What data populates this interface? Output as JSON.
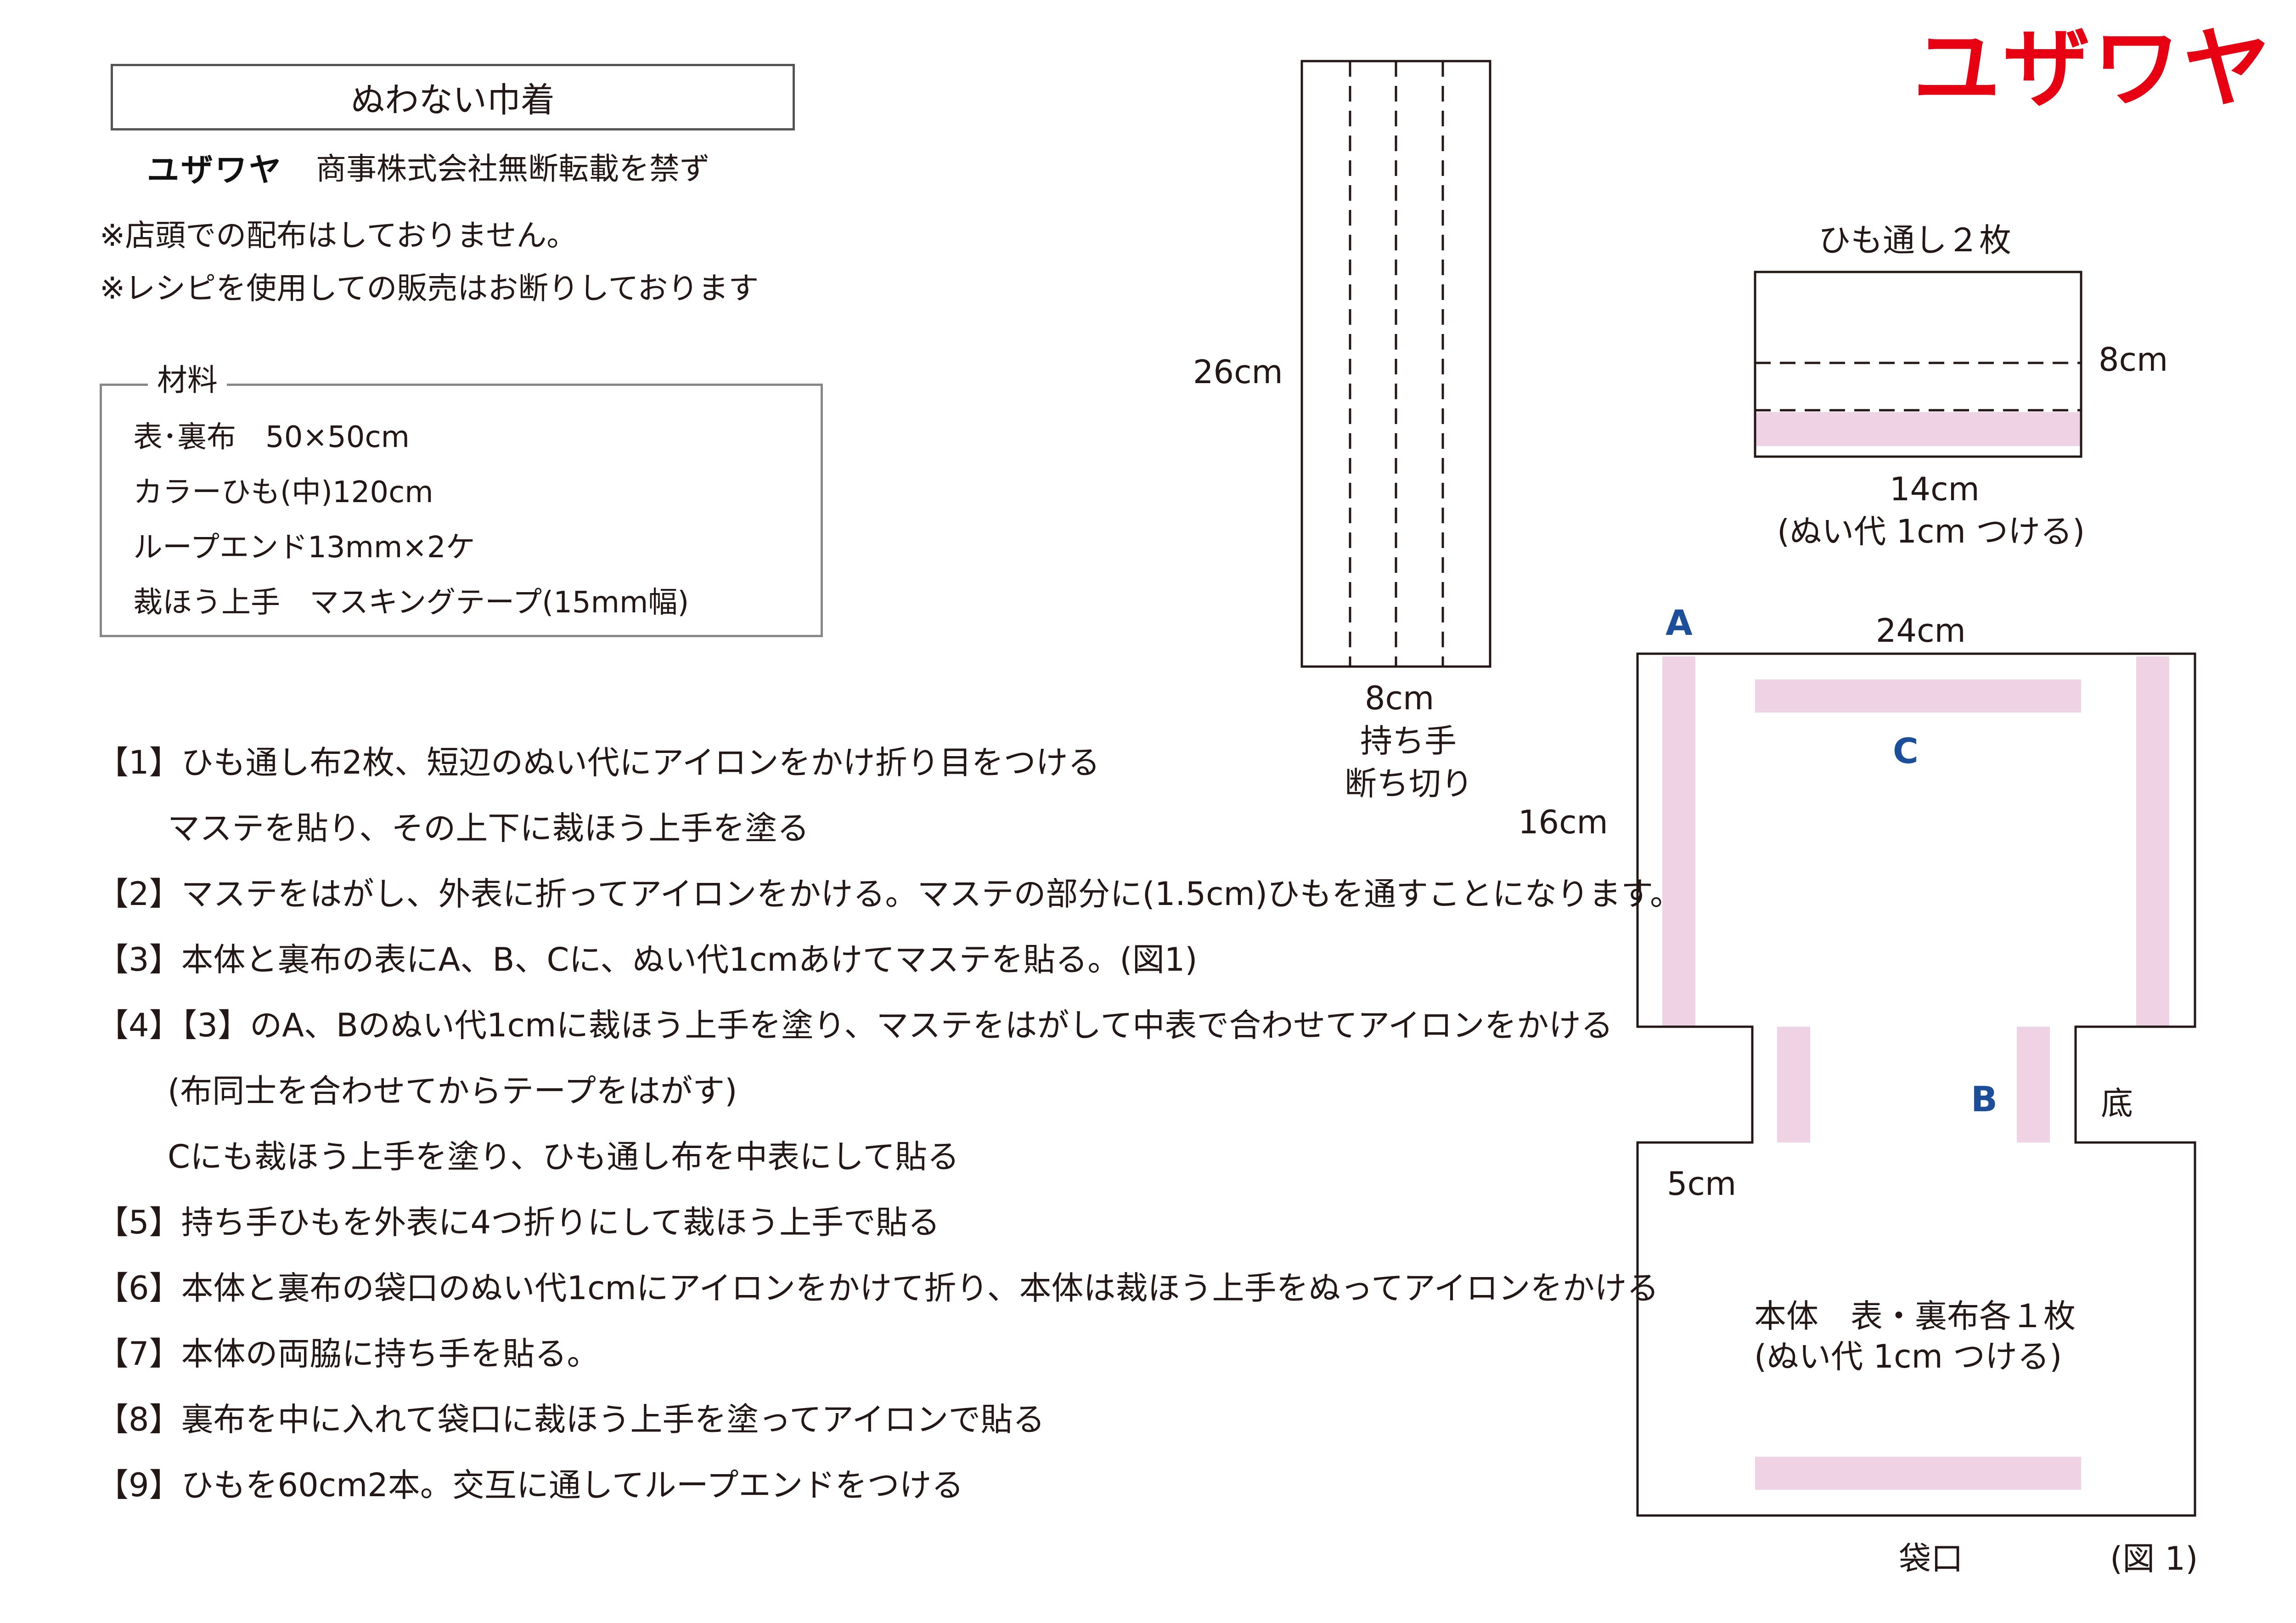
{
  "brand": {
    "logo": "ユザワヤ",
    "copyright_rest": "商事株式会社無断転載を禁ず"
  },
  "title": "ぬわない巾着",
  "notices": [
    "※店頭での配布はしておりません。",
    "※レシピを使用しての販売はお断りしております"
  ],
  "materials": {
    "heading": "材料",
    "items": [
      "表･裏布　50×50cm",
      "カラーひも(中)120cm",
      "ループエンド13mm×2ケ",
      "裁ほう上手　マスキングテープ(15mm幅)"
    ]
  },
  "steps": [
    "【1】ひも通し布2枚、短辺のぬい代にアイロンをかけ折り目をつける",
    "マステを貼り、その上下に裁ほう上手を塗る",
    "【2】マステをはがし、外表に折ってアイロンをかける。マステの部分に(1.5cm)ひもを通すことになります。",
    "【3】本体と裏布の表にA、B、Cに、ぬい代1cmあけてマステを貼る。(図1)",
    "【4】【3】のA、Bのぬい代1cmに裁ほう上手を塗り、マステをはがして中表で合わせてアイロンをかける",
    "(布同士を合わせてからテープをはがす)",
    "Cにも裁ほう上手を塗り、ひも通し布を中表にして貼る",
    "【5】持ち手ひもを外表に4つ折りにして裁ほう上手で貼る",
    "【6】本体と裏布の袋口のぬい代1cmにアイロンをかけて折り、本体は裁ほう上手をぬってアイロンをかける",
    "【7】本体の両脇に持ち手を貼る。",
    "【8】裏布を中に入れて袋口に裁ほう上手を塗ってアイロンで貼る",
    "【9】ひもを60cm2本。交互に通してループエンドをつける"
  ],
  "handle_diagram": {
    "height_label": "26cm",
    "width_label": "8cm",
    "name": "持ち手",
    "note": "断ち切り"
  },
  "casing_diagram": {
    "title": "ひも通し２枚",
    "height_label": "8cm",
    "width_label": "14cm",
    "note": "(ぬい代 1cm つける)"
  },
  "body_diagram": {
    "label_a": "A",
    "label_b": "B",
    "label_c": "C",
    "top_width": "24cm",
    "side_height": "16cm",
    "notch_label": "5cm",
    "bottom_label": "底",
    "name": "本体　表・裏布各１枚",
    "note": "(ぬい代 1cm つける)",
    "opening_label": "袋口",
    "figure_label": "(図 1)"
  },
  "colors": {
    "tape_pink": "#efd3e4",
    "logo_red": "#e60012",
    "letter_blue": "#1d4e9a"
  }
}
